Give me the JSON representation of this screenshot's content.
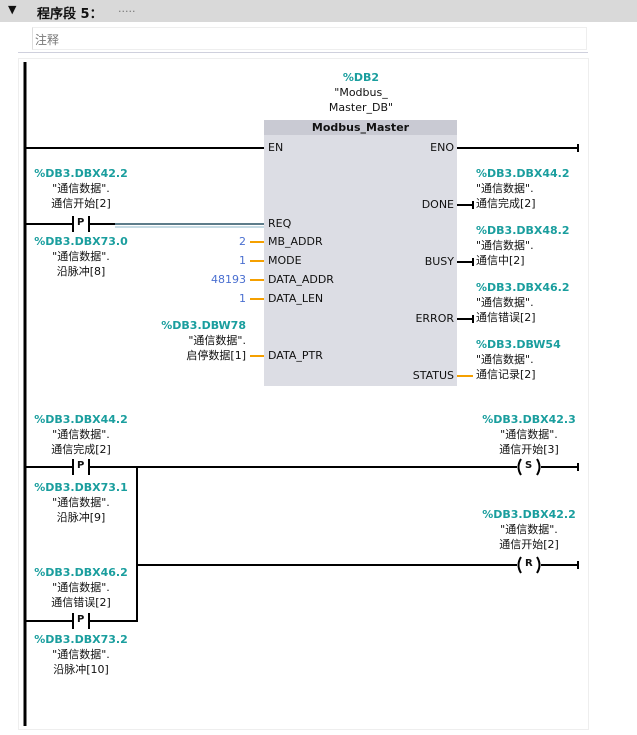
{
  "network": {
    "title": "程序段 5：",
    "dots": ".....",
    "comment": "注释"
  },
  "block": {
    "db_addr": "%DB2",
    "db_name1": "\"Modbus_",
    "db_name2": "Master_DB\"",
    "type": "Modbus_Master",
    "pins_in": {
      "en": "EN",
      "req": "REQ",
      "mb_addr": "MB_ADDR",
      "mode": "MODE",
      "data_addr": "DATA_ADDR",
      "data_len": "DATA_LEN",
      "data_ptr": "DATA_PTR"
    },
    "pins_out": {
      "eno": "ENO",
      "done": "DONE",
      "busy": "BUSY",
      "error": "ERROR",
      "status": "STATUS"
    },
    "values": {
      "mb_addr": "2",
      "mode": "1",
      "data_addr": "48193",
      "data_len": "1"
    },
    "data_ptr": {
      "addr": "%DB3.DBW78",
      "l1": "\"通信数据\".",
      "l2": "启停数据[1]"
    },
    "done": {
      "addr": "%DB3.DBX44.2",
      "l1": "\"通信数据\".",
      "l2": "通信完成[2]"
    },
    "busy": {
      "addr": "%DB3.DBX48.2",
      "l1": "\"通信数据\".",
      "l2": "通信中[2]"
    },
    "error": {
      "addr": "%DB3.DBX46.2",
      "l1": "\"通信数据\".",
      "l2": "通信错误[2]"
    },
    "status": {
      "addr": "%DB3.DBW54",
      "l1": "\"通信数据\".",
      "l2": "通信记录[2]"
    }
  },
  "contacts": [
    {
      "type": "P",
      "addr": "%DB3.DBX42.2",
      "l1": "\"通信数据\".",
      "l2": "通信开始[2]",
      "edge_addr": "%DB3.DBX73.0",
      "e1": "\"通信数据\".",
      "e2": "沿脉冲[8]"
    },
    {
      "type": "P",
      "addr": "%DB3.DBX44.2",
      "l1": "\"通信数据\".",
      "l2": "通信完成[2]",
      "edge_addr": "%DB3.DBX73.1",
      "e1": "\"通信数据\".",
      "e2": "沿脉冲[9]"
    },
    {
      "type": "P",
      "addr": "%DB3.DBX46.2",
      "l1": "\"通信数据\".",
      "l2": "通信错误[2]",
      "edge_addr": "%DB3.DBX73.2",
      "e1": "\"通信数据\".",
      "e2": "沿脉冲[10]"
    }
  ],
  "coils": [
    {
      "type": "S",
      "addr": "%DB3.DBX42.3",
      "l1": "\"通信数据\".",
      "l2": "通信开始[3]"
    },
    {
      "type": "R",
      "addr": "%DB3.DBX42.2",
      "l1": "\"通信数据\".",
      "l2": "通信开始[2]"
    }
  ]
}
